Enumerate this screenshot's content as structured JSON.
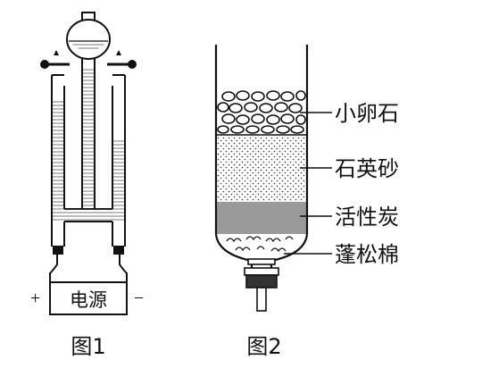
{
  "figure1": {
    "power_label": "电源",
    "plus_sign": "+",
    "minus_sign": "−",
    "caption": "图1"
  },
  "figure2": {
    "layers": [
      {
        "label": "小卵石",
        "fill": "pebbles"
      },
      {
        "label": "石英砂",
        "fill": "dotted"
      },
      {
        "label": "活性炭",
        "fill": "#9a9a9a"
      },
      {
        "label": "蓬松棉",
        "fill": "cotton"
      }
    ],
    "caption": "图2"
  },
  "colors": {
    "ink": "#111111",
    "charcoal": "#9a9a9a",
    "rubber": "#333333"
  }
}
